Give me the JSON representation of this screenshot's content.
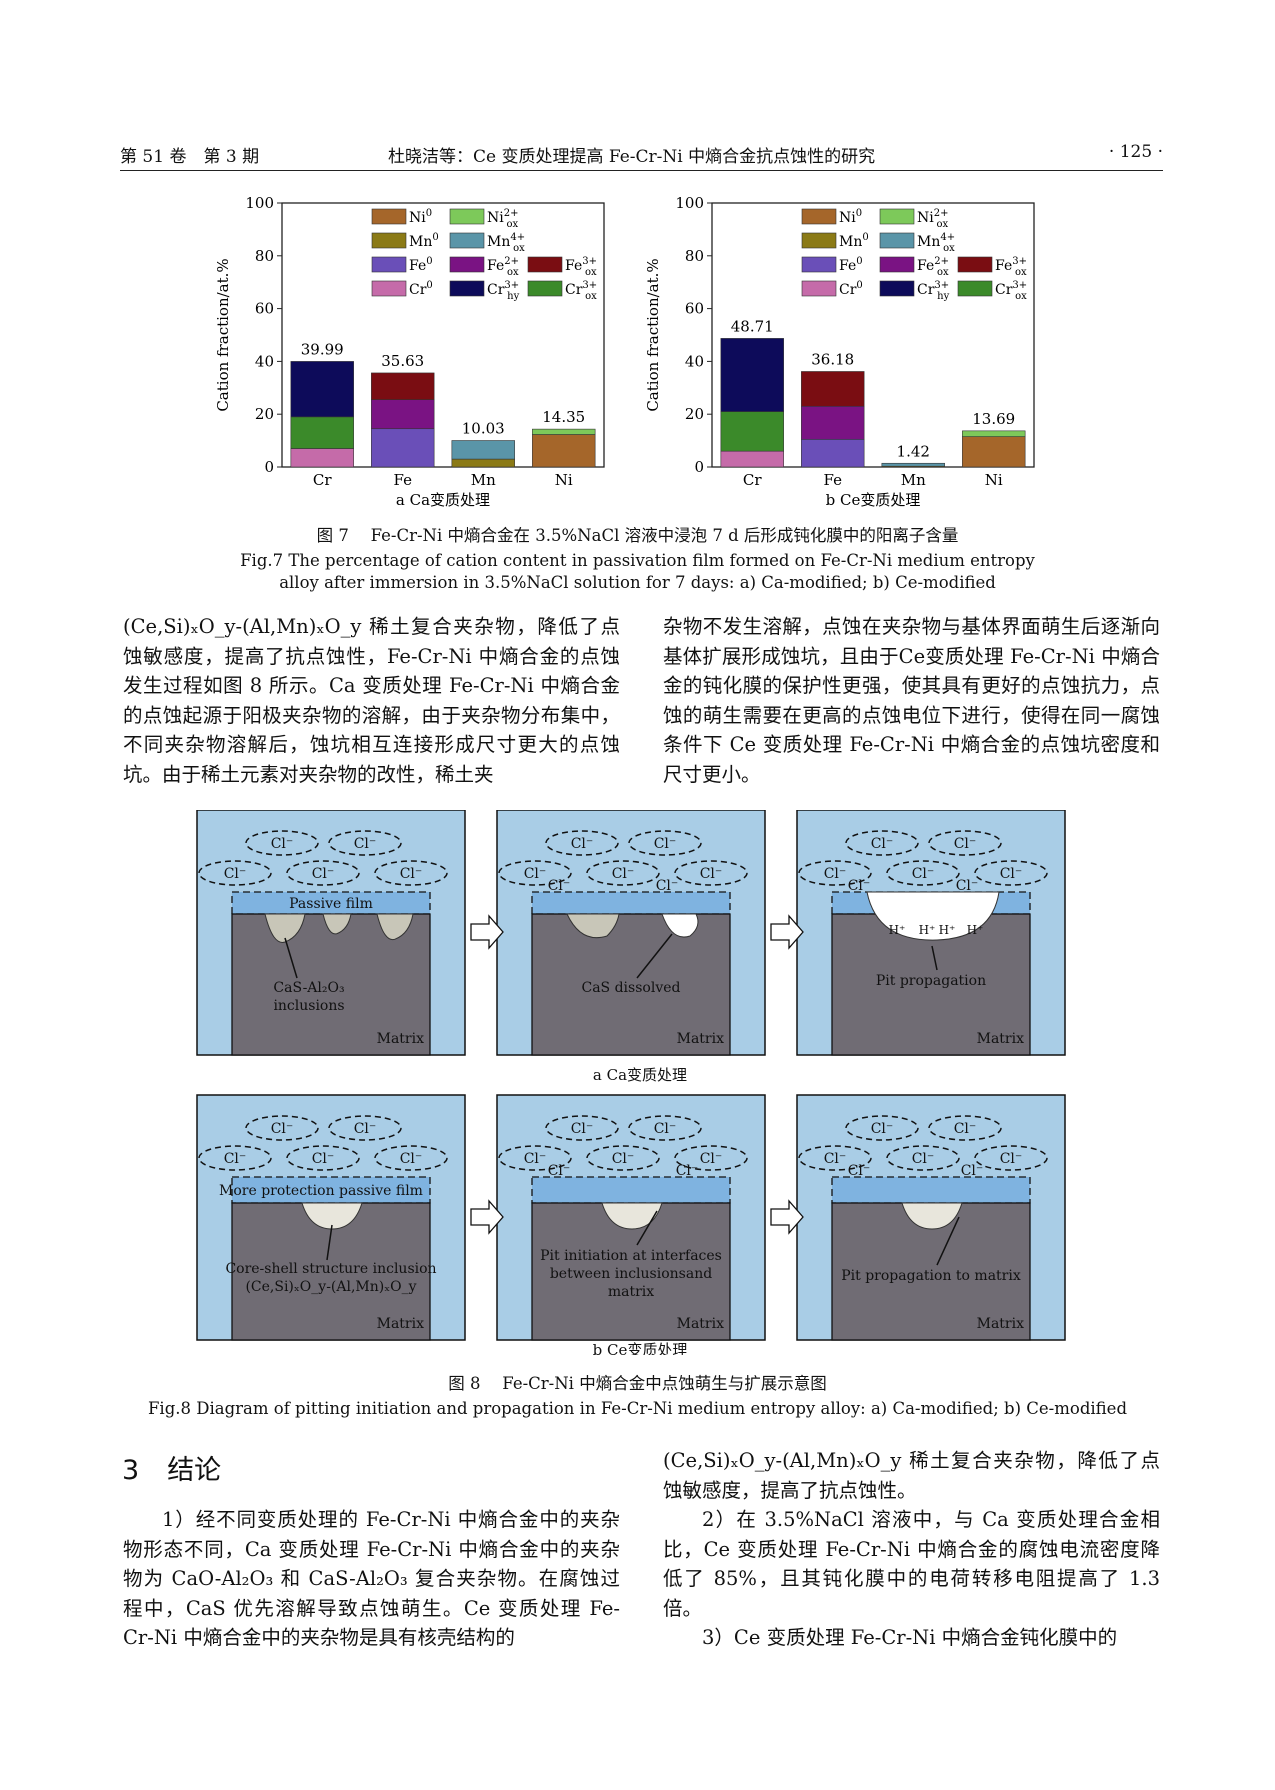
{
  "header": {
    "left": "第 51 卷　第 3 期",
    "center": "杜晓洁等：Ce 变质处理提高 Fe-Cr-Ni 中熵合金抗点蚀性的研究",
    "right": "· 125 ·"
  },
  "colors": {
    "Ni0": "#a5662a",
    "Ni2ox": "#7dc95a",
    "Mn0": "#8b7a16",
    "Mn4ox": "#5a95a8",
    "Fe0": "#6a4fb8",
    "Fe2ox": "#7a1383",
    "Fe3ox": "#7a0d12",
    "Cr0": "#c56ba9",
    "Cr3hy": "#0d0b5a",
    "Cr3ox": "#3b8a2a"
  },
  "legend": [
    {
      "key": "Ni0",
      "label": "Ni",
      "sup": "0",
      "sub": ""
    },
    {
      "key": "Ni2ox",
      "label": "Ni",
      "sup": "2+",
      "sub": "ox"
    },
    {
      "key": "Mn0",
      "label": "Mn",
      "sup": "0",
      "sub": ""
    },
    {
      "key": "Mn4ox",
      "label": "Mn",
      "sup": "4+",
      "sub": "ox"
    },
    {
      "key": "Fe0",
      "label": "Fe",
      "sup": "0",
      "sub": ""
    },
    {
      "key": "Fe2ox",
      "label": "Fe",
      "sup": "2+",
      "sub": "ox"
    },
    {
      "key": "Fe3ox",
      "label": "Fe",
      "sup": "3+",
      "sub": "ox"
    },
    {
      "key": "Cr0",
      "label": "Cr",
      "sup": "0",
      "sub": ""
    },
    {
      "key": "Cr3hy",
      "label": "Cr",
      "sup": "3+",
      "sub": "hy"
    },
    {
      "key": "Cr3ox",
      "label": "Cr",
      "sup": "3+",
      "sub": "ox"
    }
  ],
  "chart_data": [
    {
      "type": "bar",
      "stacked": true,
      "title": "a Ca变质处理",
      "ylabel": "Cation fraction/at.%",
      "ylim": [
        0,
        100
      ],
      "yticks": [
        0,
        20,
        40,
        60,
        80,
        100
      ],
      "categories": [
        "Cr",
        "Fe",
        "Mn",
        "Ni"
      ],
      "totals": [
        "39.99",
        "35.63",
        "10.03",
        "14.35"
      ],
      "stacks": [
        [
          {
            "key": "Cr0",
            "value": 7
          },
          {
            "key": "Cr3ox",
            "value": 12
          },
          {
            "key": "Cr3hy",
            "value": 20.99
          }
        ],
        [
          {
            "key": "Fe0",
            "value": 14.5
          },
          {
            "key": "Fe2ox",
            "value": 11
          },
          {
            "key": "Fe3ox",
            "value": 10.13
          }
        ],
        [
          {
            "key": "Mn0",
            "value": 3
          },
          {
            "key": "Mn4ox",
            "value": 7.03
          }
        ],
        [
          {
            "key": "Ni0",
            "value": 12.3
          },
          {
            "key": "Ni2ox",
            "value": 2.05
          }
        ]
      ]
    },
    {
      "type": "bar",
      "stacked": true,
      "title": "b Ce变质处理",
      "ylabel": "Cation fraction/at.%",
      "ylim": [
        0,
        100
      ],
      "yticks": [
        0,
        20,
        40,
        60,
        80,
        100
      ],
      "categories": [
        "Cr",
        "Fe",
        "Mn",
        "Ni"
      ],
      "totals": [
        "48.71",
        "36.18",
        "1.42",
        "13.69"
      ],
      "stacks": [
        [
          {
            "key": "Cr0",
            "value": 6
          },
          {
            "key": "Cr3ox",
            "value": 15
          },
          {
            "key": "Cr3hy",
            "value": 27.71
          }
        ],
        [
          {
            "key": "Fe0",
            "value": 10.5
          },
          {
            "key": "Fe2ox",
            "value": 12.5
          },
          {
            "key": "Fe3ox",
            "value": 13.18
          }
        ],
        [
          {
            "key": "Mn0",
            "value": 0.3
          },
          {
            "key": "Mn4ox",
            "value": 1.12
          }
        ],
        [
          {
            "key": "Ni0",
            "value": 11.5
          },
          {
            "key": "Ni2ox",
            "value": 2.19
          }
        ]
      ]
    }
  ],
  "fig7": {
    "cn": "图 7　 Fe-Cr-Ni 中熵合金在 3.5%NaCl 溶液中浸泡 7 d 后形成钝化膜中的阳离子含量",
    "en1": "Fig.7 The percentage of cation content in passivation film formed on Fe-Cr-Ni medium entropy",
    "en2": "alloy after immersion in 3.5%NaCl solution for 7 days: a) Ca-modified; b) Ce-modified"
  },
  "para_left": "(Ce,Si)ₓO_y-(Al,Mn)ₓO_y 稀土复合夹杂物，降低了点蚀敏感度，提高了抗点蚀性，Fe-Cr-Ni 中熵合金的点蚀发生过程如图 8 所示。Ca 变质处理 Fe-Cr-Ni 中熵合金的点蚀起源于阳极夹杂物的溶解，由于夹杂物分布集中，不同夹杂物溶解后，蚀坑相互连接形成尺寸更大的点蚀坑。由于稀土元素对夹杂物的改性，稀土夹",
  "para_right": "杂物不发生溶解，点蚀在夹杂物与基体界面萌生后逐渐向基体扩展形成蚀坑，且由于Ce变质处理 Fe-Cr-Ni 中熵合金的钝化膜的保护性更强，使其具有更好的点蚀抗力，点蚀的萌生需要在更高的点蚀电位下进行，使得在同一腐蚀条件下 Ce 变质处理 Fe-Cr-Ni 中熵合金的点蚀坑密度和尺寸更小。",
  "diagram": {
    "cl": "Cl⁻",
    "matrix": "Matrix",
    "hplus": "H⁺",
    "a": {
      "passive": "Passive film",
      "inc1": "CaS-Al₂O₃",
      "inc2": "inclusions",
      "dissolved": "CaS dissolved",
      "prop": "Pit propagation",
      "label": "a Ca变质处理"
    },
    "b": {
      "passive": "More protection passive film",
      "core1": "Core-shell structure inclusion",
      "core2": "(Ce,Si)ₓO_y-(Al,Mn)ₓO_y",
      "init1": "Pit initiation at interfaces",
      "init2": "between inclusionsand",
      "init3": "matrix",
      "prop": "Pit propagation to matrix",
      "label": "b Ce变质处理"
    }
  },
  "fig8": {
    "cn": "图 8　 Fe-Cr-Ni 中熵合金中点蚀萌生与扩展示意图",
    "en": "Fig.8 Diagram of pitting initiation and propagation in Fe-Cr-Ni medium entropy alloy: a) Ca-modified; b) Ce-modified"
  },
  "section": {
    "num": "3",
    "title": "结论"
  },
  "conc_left": "1）经不同变质处理的 Fe-Cr-Ni 中熵合金中的夹杂物形态不同，Ca 变质处理 Fe-Cr-Ni 中熵合金中的夹杂物为 CaO-Al₂O₃ 和 CaS-Al₂O₃ 复合夹杂物。在腐蚀过程中，CaS 优先溶解导致点蚀萌生。Ce 变质处理 Fe-Cr-Ni 中熵合金中的夹杂物是具有核壳结构的",
  "conc_right1": "(Ce,Si)ₓO_y-(Al,Mn)ₓO_y 稀土复合夹杂物，降低了点蚀敏感度，提高了抗点蚀性。",
  "conc_right2": "2）在 3.5%NaCl 溶液中，与 Ca 变质处理合金相比，Ce 变质处理 Fe-Cr-Ni 中熵合金的腐蚀电流密度降低了 85%，且其钝化膜中的电荷转移电阻提高了 1.3 倍。",
  "conc_right3": "3）Ce 变质处理 Fe-Cr-Ni 中熵合金钝化膜中的"
}
